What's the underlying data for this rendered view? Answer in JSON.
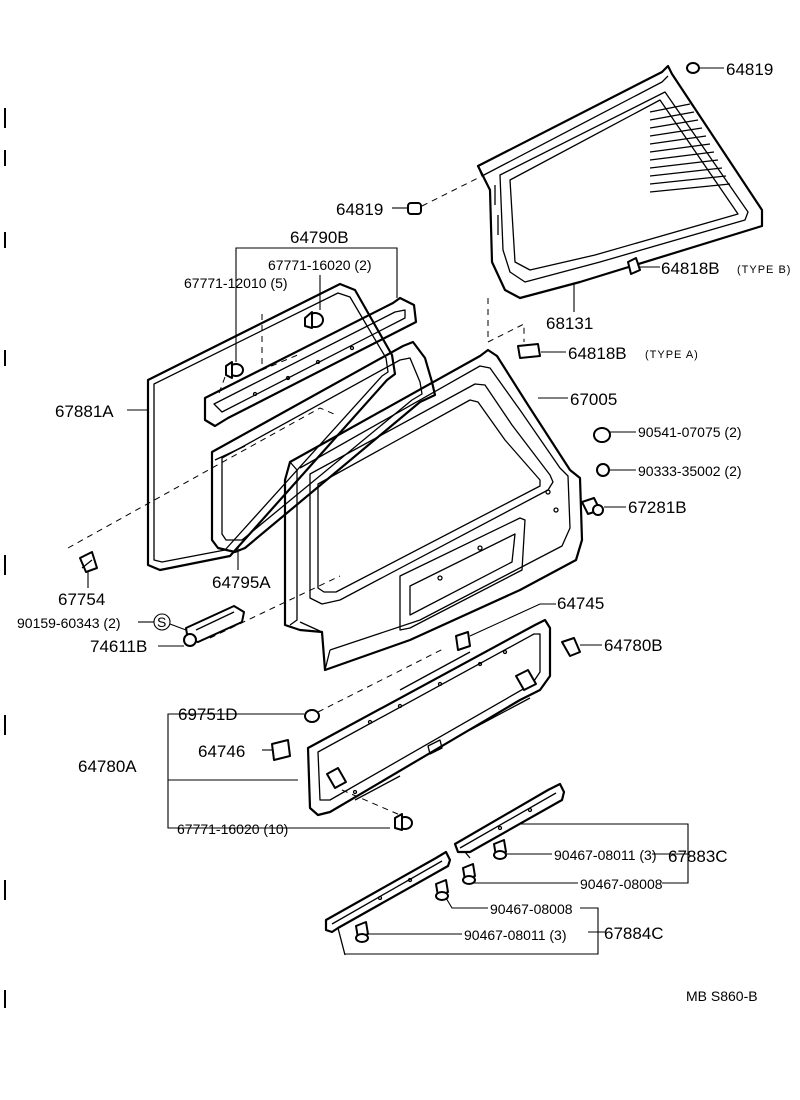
{
  "diagram": {
    "labels": {
      "p64819_top": "64819",
      "p64819_mid": "64819",
      "p64818B_type_b": "64818B",
      "type_b_note": "(TYPE B)",
      "p68131": "68131",
      "p64818B_type_a": "64818B",
      "type_a_note": "(TYPE A)",
      "p64790B": "64790B",
      "p67771_16020_2": "67771-16020 (2)",
      "p67771_12010_5": "67771-12010 (5)",
      "p67881A": "67881A",
      "p67005": "67005",
      "p90541_07075_2": "90541-07075 (2)",
      "p90333_35002_2": "90333-35002 (2)",
      "p67281B": "67281B",
      "p67754": "67754",
      "p64795A": "64795A",
      "p90159_60343_2": "90159-60343 (2)",
      "s_symbol": "S",
      "p74611B": "74611B",
      "p64745": "64745",
      "p64780B": "64780B",
      "p69751D": "69751D",
      "p64746": "64746",
      "p64780A": "64780A",
      "p67771_16020_10": "67771-16020 (10)",
      "p90467_08011_3_upper": "90467-08011 (3)",
      "p67883C": "67883C",
      "p90467_08008_upper": "90467-08008",
      "p90467_08008_lower": "90467-08008",
      "p90467_08011_3_lower": "90467-08011 (3)",
      "p67884C": "67884C",
      "ref_code": "MB  S860-B"
    }
  }
}
